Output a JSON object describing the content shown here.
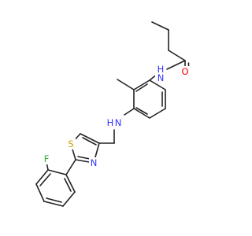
{
  "atoms": {
    "amide_n": {
      "symbol": "N",
      "hydrogen": "H",
      "color": "#3333ff"
    },
    "amide_o": {
      "symbol": "O",
      "color": "#ff0000"
    },
    "amine_n": {
      "symbol": "N",
      "hydrogen": "H",
      "color": "#3333ff"
    },
    "thiazole_s": {
      "symbol": "S",
      "color": "#c8a000"
    },
    "thiazole_n": {
      "symbol": "N",
      "color": "#3333ff"
    },
    "fluorine": {
      "symbol": "F",
      "color": "#33aa33"
    }
  }
}
